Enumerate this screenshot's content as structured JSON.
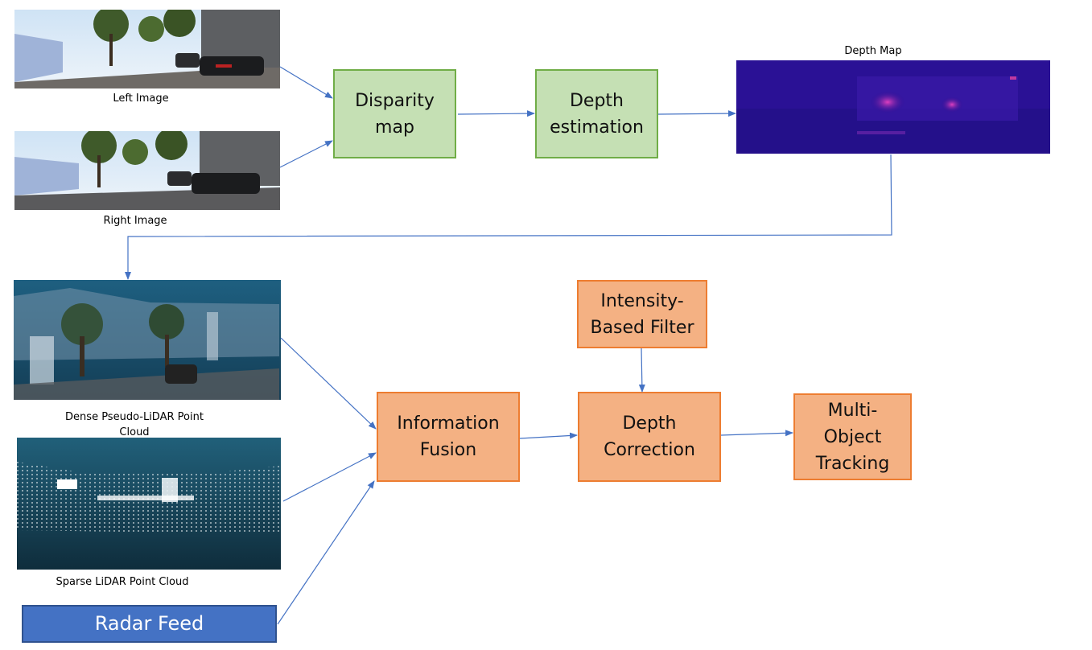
{
  "inputs": {
    "left_image_caption": "Left Image",
    "right_image_caption": "Right Image",
    "depth_map_caption": "Depth Map",
    "dense_cloud_caption": "Dense Pseudo-LiDAR Point\nCloud",
    "sparse_cloud_caption": "Sparse LiDAR Point Cloud",
    "radar_feed_label": "Radar Feed"
  },
  "process": {
    "disparity_map": "Disparity\nmap",
    "depth_estimation": "Depth\nestimation",
    "intensity_filter": "Intensity-\nBased Filter",
    "information_fusion": "Information\nFusion",
    "depth_correction": "Depth\nCorrection",
    "multi_object_tracking": "Multi-\nObject\nTracking"
  },
  "colors": {
    "green_fill": "#c5e0b4",
    "green_border": "#70ad47",
    "orange_fill": "#f4b183",
    "orange_border": "#ed7d31",
    "radar_fill": "#4472c4",
    "arrow": "#4472c4"
  }
}
